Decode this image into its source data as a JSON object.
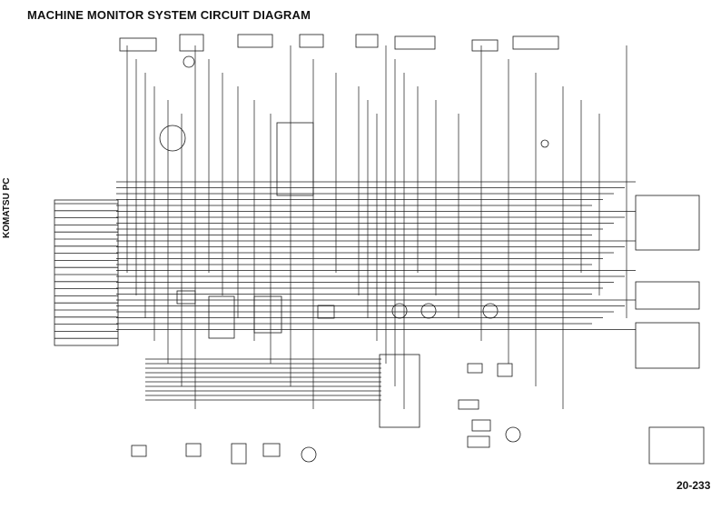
{
  "header": {
    "title": "MACHINE MONITOR SYSTEM CIRCUIT DIAGRAM",
    "model_code": "KOMATSU PC",
    "page_number": "20-233"
  },
  "style": {
    "line_color": "#1a1a1a",
    "background": "#ffffff"
  }
}
